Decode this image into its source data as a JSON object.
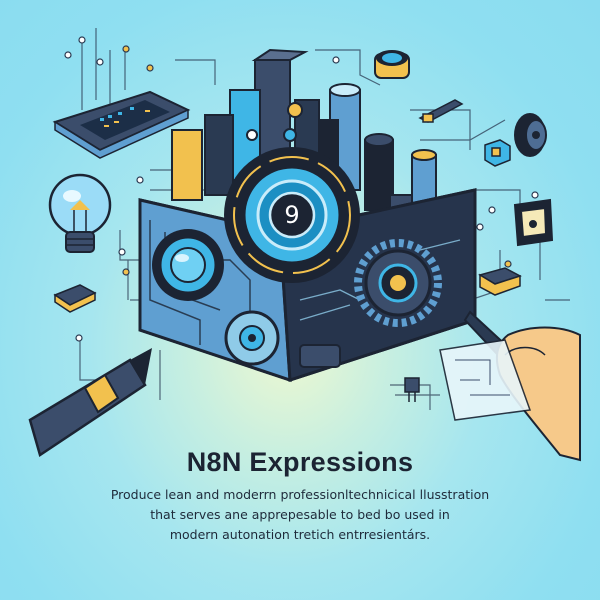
{
  "illustration": {
    "dial_digit": "9",
    "colors": {
      "background": "#8edff1",
      "glow": "#eef8d0",
      "dark": "#1c2433",
      "accent_blue": "#3fb6e6",
      "accent_yellow": "#f2c14e",
      "skin": "#f6c98a"
    }
  },
  "text": {
    "title": "N8N Expressions",
    "lines": [
      "Produce lean and moderrn professionltechnicical llusstration",
      "that serves ane apprepesable to bed bo used  in",
      "modern autonation tretich entrresientárs."
    ]
  }
}
